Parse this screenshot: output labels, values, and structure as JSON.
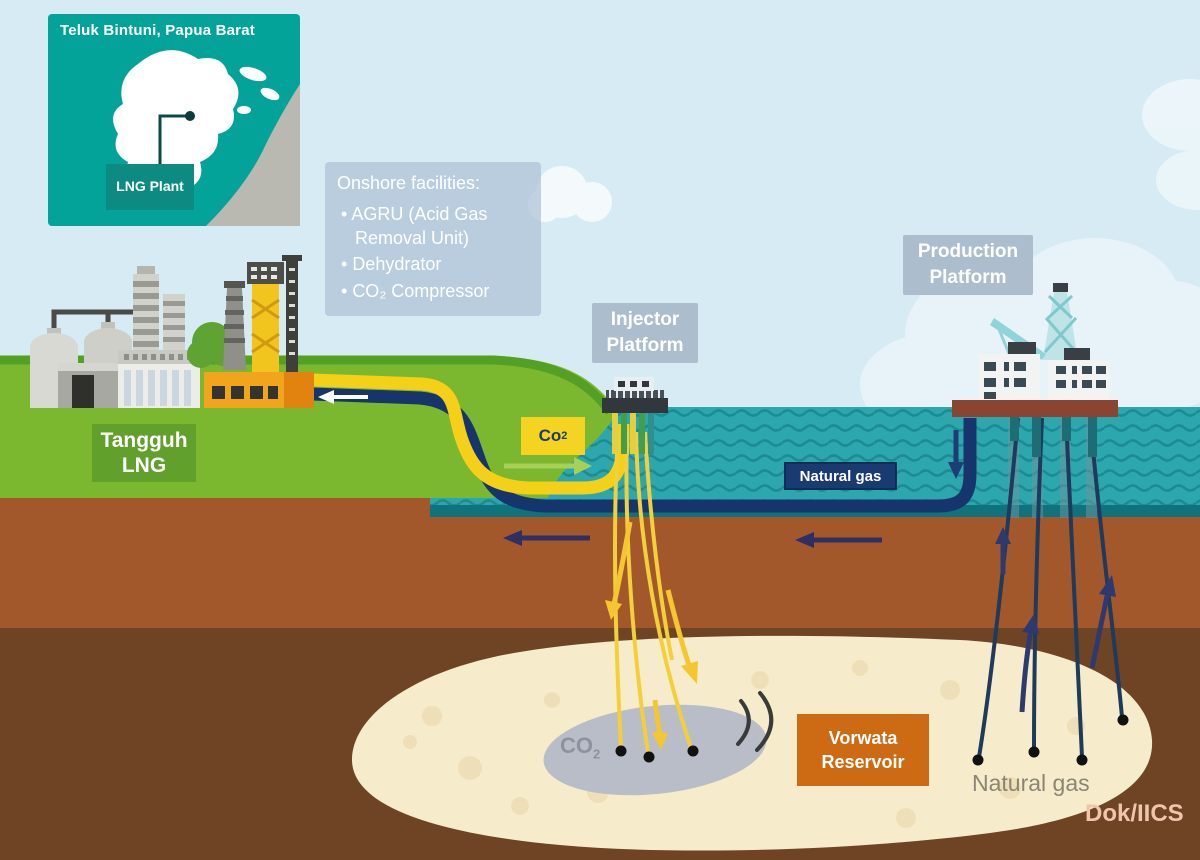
{
  "map_inset": {
    "title": "Teluk Bintuni, Papua Barat",
    "marker_label": "LNG Plant"
  },
  "onshore_box": {
    "heading": "Onshore facilities:",
    "items": [
      "AGRU (Acid Gas Removal Unit)",
      "Dehydrator",
      "CO₂ Compressor"
    ]
  },
  "labels": {
    "injector_platform": "Injector Platform",
    "production_platform": "Production Platform",
    "tangguh_lng": "Tangguh LNG",
    "co2_pipe": {
      "base": "Co",
      "sub": "2"
    },
    "natural_gas_pipe": "Natural gas",
    "vorwata_reservoir": "Vorwata Reservoir",
    "co2_reservoir": {
      "base": "CO",
      "sub": "2"
    },
    "natural_gas_wells": "Natural gas",
    "credit": "Dok/IICS"
  },
  "colors": {
    "sky": "#d6ebf4",
    "sea_teal": "#2da7ae",
    "sea_wave": "#1d8b93",
    "land_green": "#7cb82f",
    "soil_upper": "#a3582b",
    "soil_lower": "#6e4424",
    "reservoir_cream": "#f6eccb",
    "co2_plume_gray": "#b9bdc7",
    "co2_yellow": "#f5d321",
    "natural_gas_navy": "#1a3a72",
    "vorwata_orange": "#cc6b14",
    "map_teal": "#04a39a",
    "label_slate": "#a8b8ca"
  }
}
